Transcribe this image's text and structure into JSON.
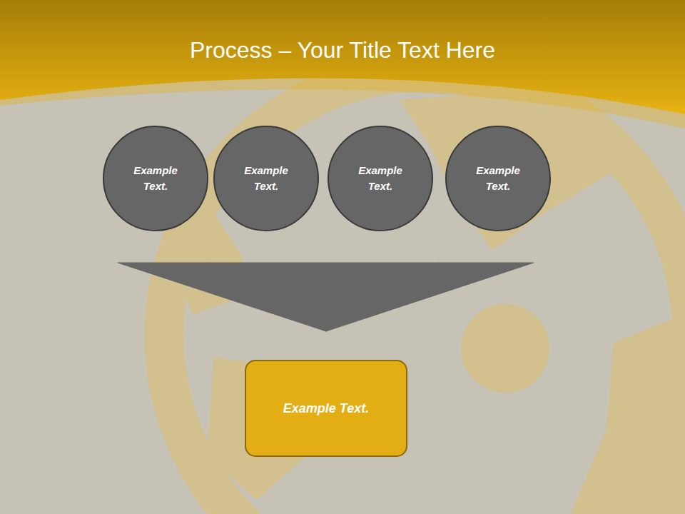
{
  "diagram": {
    "title": "Process – Your Title Text Here",
    "nodes": [
      {
        "text": [
          "Example Text."
        ]
      },
      {
        "text": [
          "Example Text."
        ]
      },
      {
        "text": [
          "Example Text."
        ]
      },
      {
        "text": [
          "Example Text."
        ]
      },
      {
        "text": [
          "Example Text."
        ]
      }
    ],
    "edges": [
      {
        "from": 0,
        "to": 4,
        "arrow": "to"
      },
      {
        "from": 1,
        "to": 4,
        "arrow": "to"
      },
      {
        "from": 2,
        "to": 4,
        "arrow": "to"
      },
      {
        "from": 3,
        "to": 4,
        "arrow": "to"
      }
    ]
  }
}
